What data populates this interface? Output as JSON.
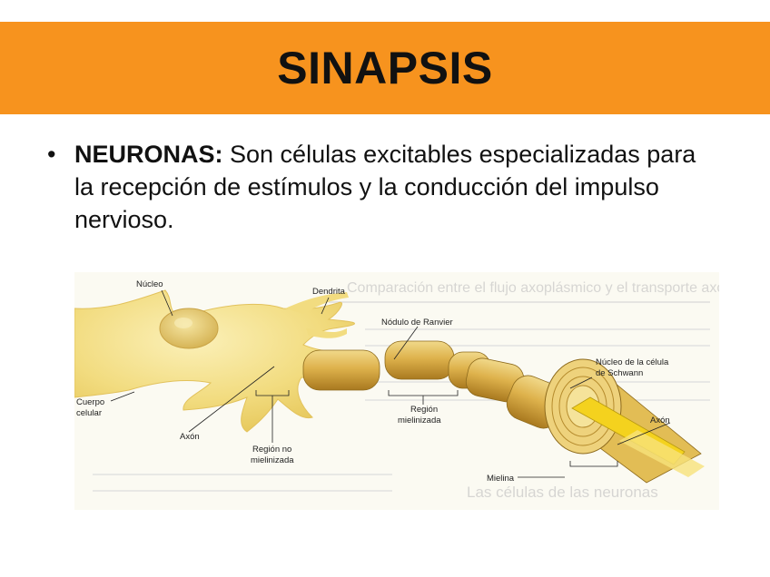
{
  "slide": {
    "title": "SINAPSIS",
    "bullet": {
      "term": "NEURONAS:",
      "text": " Son células excitables especializadas para la recepción de estímulos y la conducción del impulso nervioso."
    }
  },
  "figure": {
    "labels": {
      "nucleo": "Núcleo",
      "dendrita": "Dendrita",
      "nodulo": "Nódulo de Ranvier",
      "cuerpo_1": "Cuerpo",
      "cuerpo_2": "celular",
      "axon_left": "Axón",
      "region_mielinizada_1": "Región",
      "region_mielinizada_2": "mielinizada",
      "region_no_1": "Región no",
      "region_no_2": "mielinizada",
      "schwann_1": "Núcleo de la célula",
      "schwann_2": "de Schwann",
      "axon_right": "Axón",
      "mielina": "Mielina"
    },
    "background_text": {
      "heading": "Comparación entre el flujo axoplásmico y el transporte axonal",
      "bottom": "Las células de las neuronas"
    },
    "colors": {
      "title_bar": "#f7931e",
      "neuron_body": "#f3e08a",
      "myelin": "#d9b24a",
      "axon_core": "#f4d21e"
    }
  }
}
